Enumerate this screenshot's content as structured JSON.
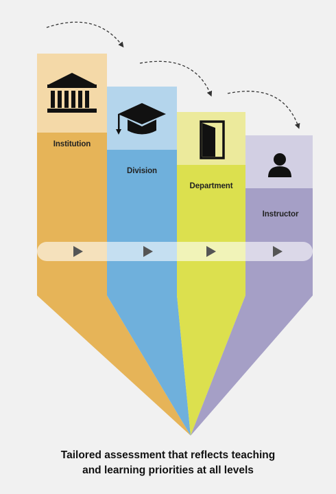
{
  "levels": [
    {
      "label": "Institution",
      "icon": "institution-building-icon",
      "tile_color": "#f4d9a8",
      "column_color": "#e6b458"
    },
    {
      "label": "Division",
      "icon": "graduation-cap-icon",
      "tile_color": "#b4d5ec",
      "column_color": "#6fb0dc"
    },
    {
      "label": "Department",
      "icon": "door-icon",
      "tile_color": "#ecea9c",
      "column_color": "#dce04e"
    },
    {
      "label": "Instructor",
      "icon": "person-icon",
      "tile_color": "#d2cfe3",
      "column_color": "#a59fc6"
    }
  ],
  "caption": {
    "line1": "Tailored assessment that reflects teaching",
    "line2": "and learning priorities at all levels"
  },
  "colors": {
    "background": "#f1f1f1",
    "play_arrow": "#555555",
    "dashed_arrow": "#333333"
  }
}
